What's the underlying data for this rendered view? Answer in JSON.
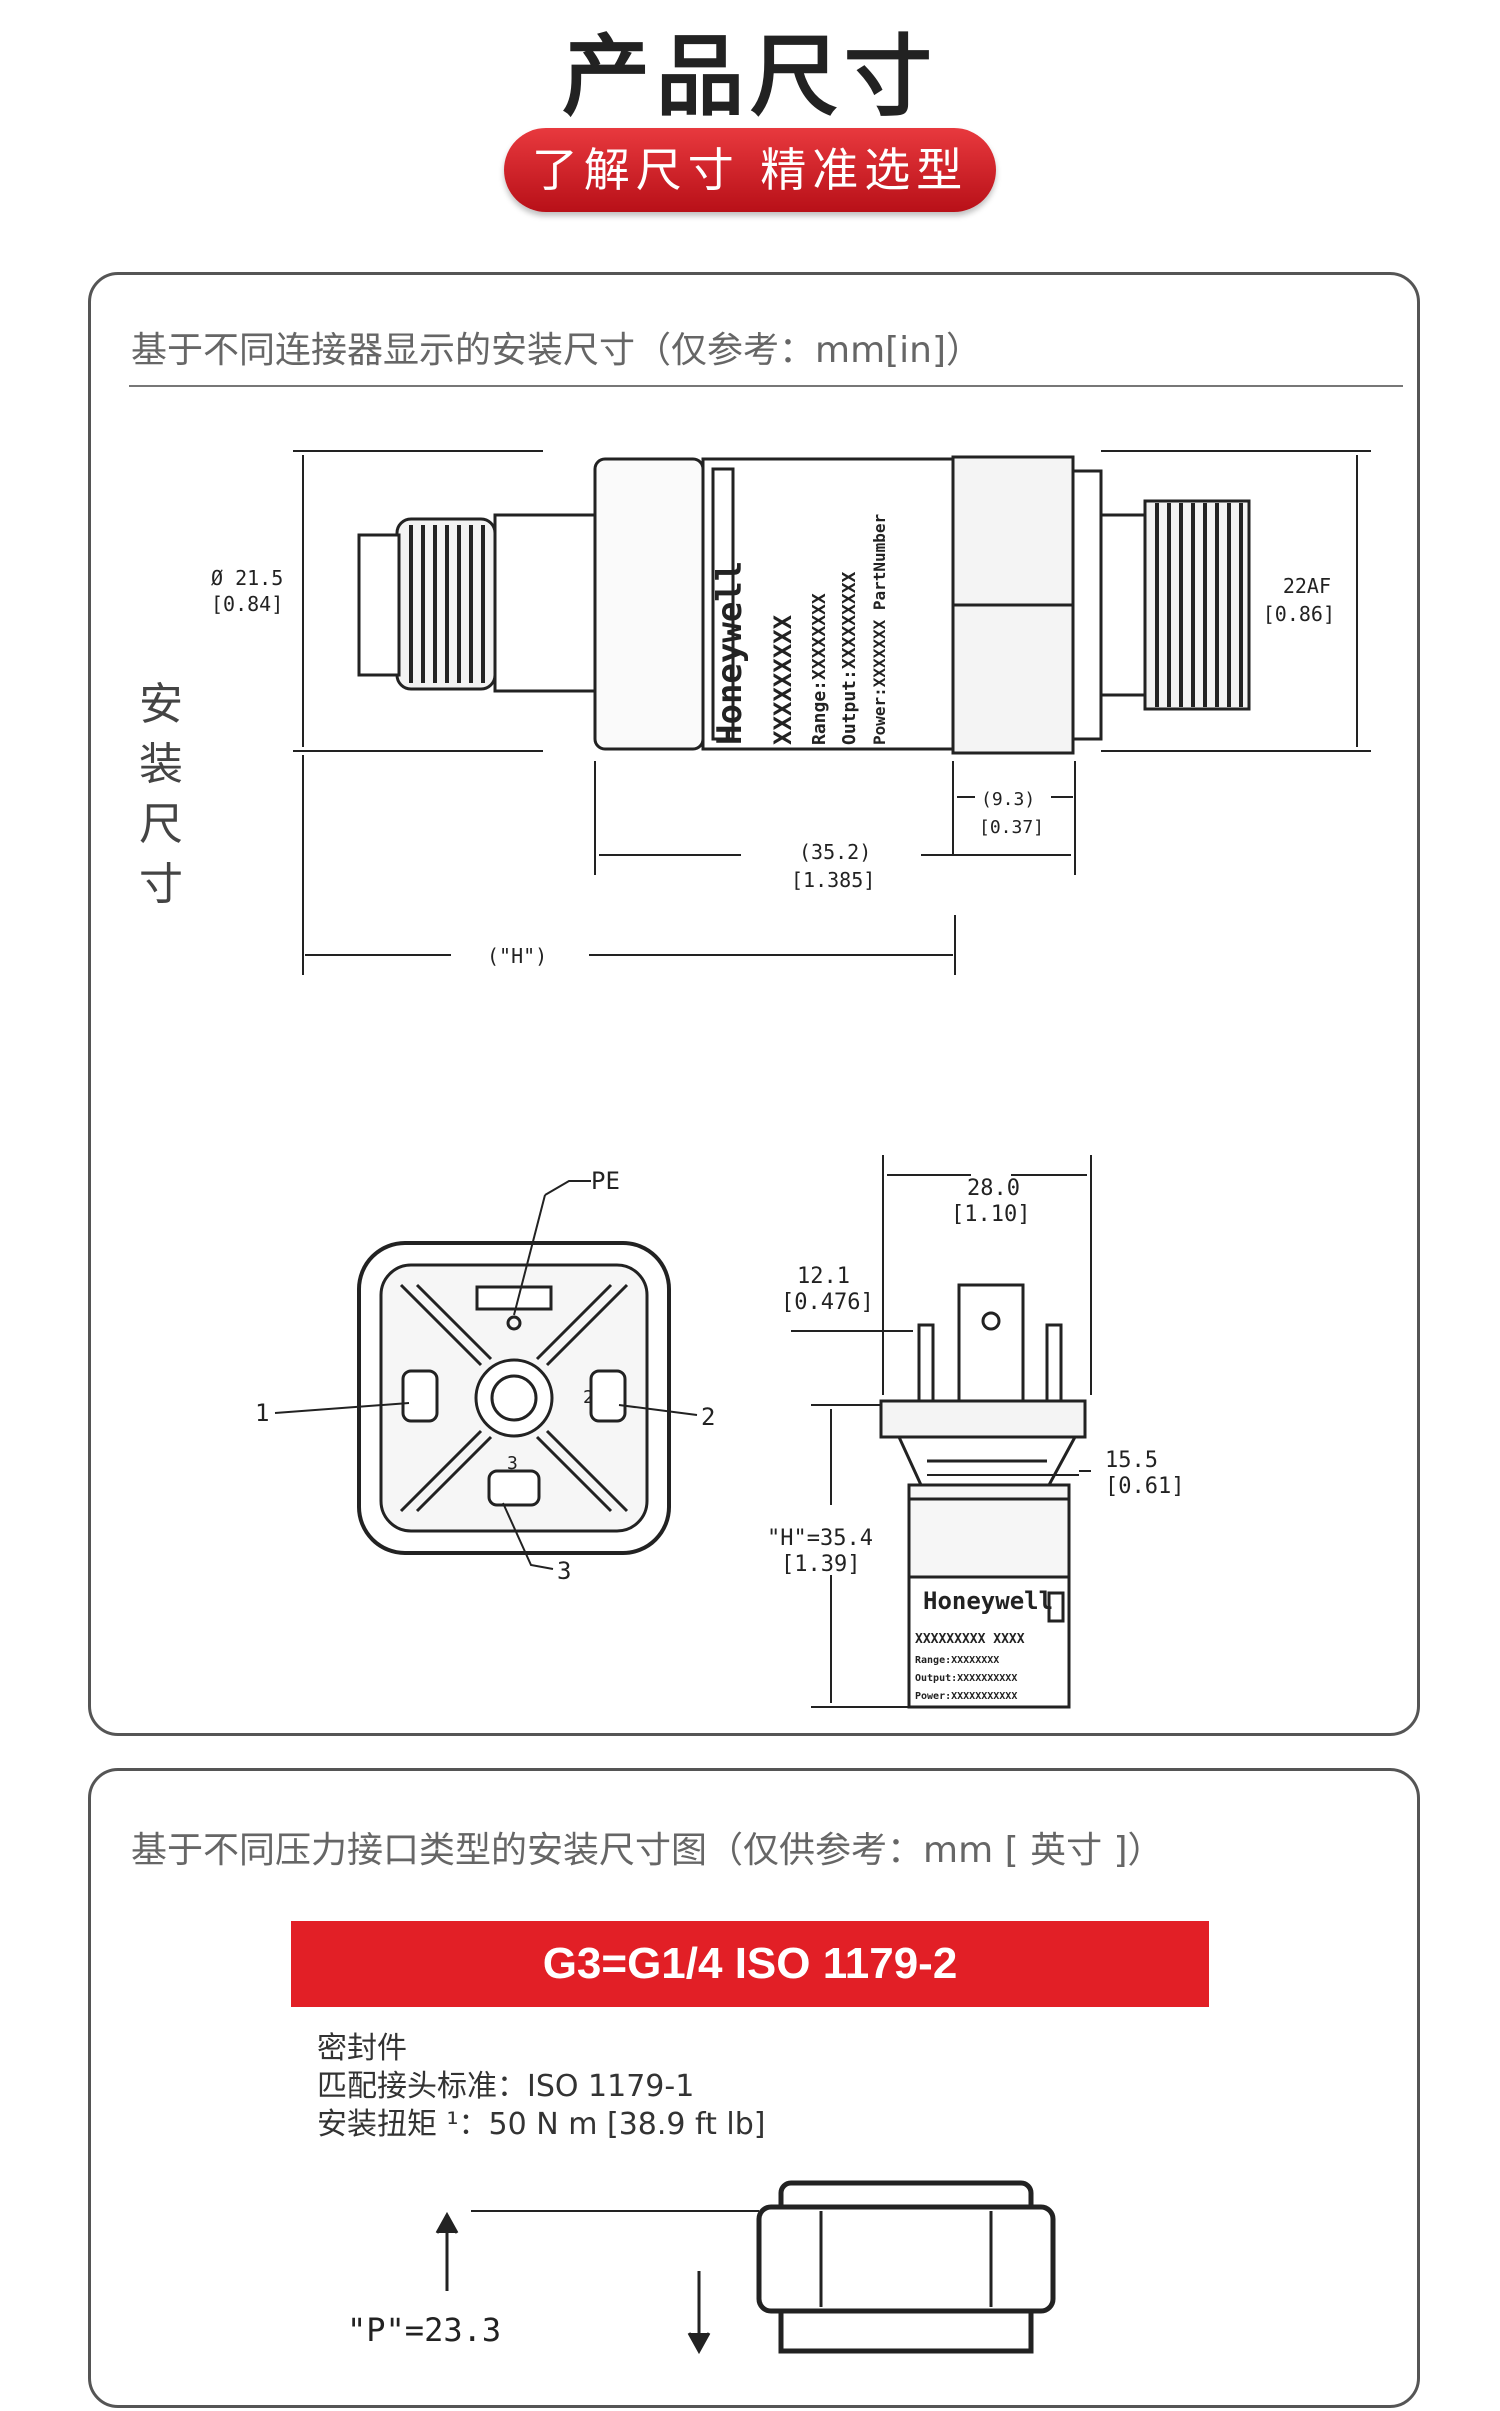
{
  "header": {
    "title": "产品尺寸",
    "badge": "了解尺寸 精准选型"
  },
  "section1": {
    "caption": "基于不同连接器显示的安装尺寸（仅参考：mm[in]）",
    "side_label": "安装尺寸",
    "side_label_chars": [
      "安",
      "装",
      "尺",
      "寸"
    ],
    "side_view": {
      "brand": "Honeywell",
      "label_lines": [
        "XXXXXXXXX",
        "Range:XXXXXXXX",
        "Output:XXXXXXXXX",
        "Power:XXXXXXX  PartNumber"
      ],
      "dim_diameter": "Ø 21.5",
      "dim_diameter_in": "[0.84]",
      "dim_hex": "22AF",
      "dim_hex_in": "[0.86]",
      "dim_93": "(9.3)",
      "dim_93_in": "[0.37]",
      "dim_352": "(35.2)",
      "dim_352_in": "[1.385]",
      "dim_h": "(\"H\")"
    },
    "connector_view": {
      "pe": "PE",
      "pin1": "1",
      "pin2": "2",
      "pin3": "3",
      "inner2": "2",
      "inner3": "3"
    },
    "front_view": {
      "dim_280": "28.0",
      "dim_280_in": "[1.10]",
      "dim_121": "12.1",
      "dim_121_in": "[0.476]",
      "dim_155": "15.5",
      "dim_155_in": "[0.61]",
      "dim_h": "\"H\"=35.4",
      "dim_h_in": "[1.39]",
      "brand": "Honeywell",
      "label_lines": [
        "XXXXXXXXX   XXXX",
        "Range:XXXXXXXX",
        "Output:XXXXXXXXXX",
        "Power:XXXXXXXXXXX"
      ]
    }
  },
  "section2": {
    "caption": "基于不同压力接口类型的安装尺寸图（仅供参考：mm [ 英寸 ]）",
    "banner": "G3=G1/4 ISO 1179-2",
    "spec_lines": {
      "seal": "密封件",
      "standard": "匹配接头标准：ISO 1179-1",
      "torque": "安装扭矩 ¹：50 N m [38.9 ft lb]"
    },
    "dim_p": "\"P\"=23.3"
  }
}
